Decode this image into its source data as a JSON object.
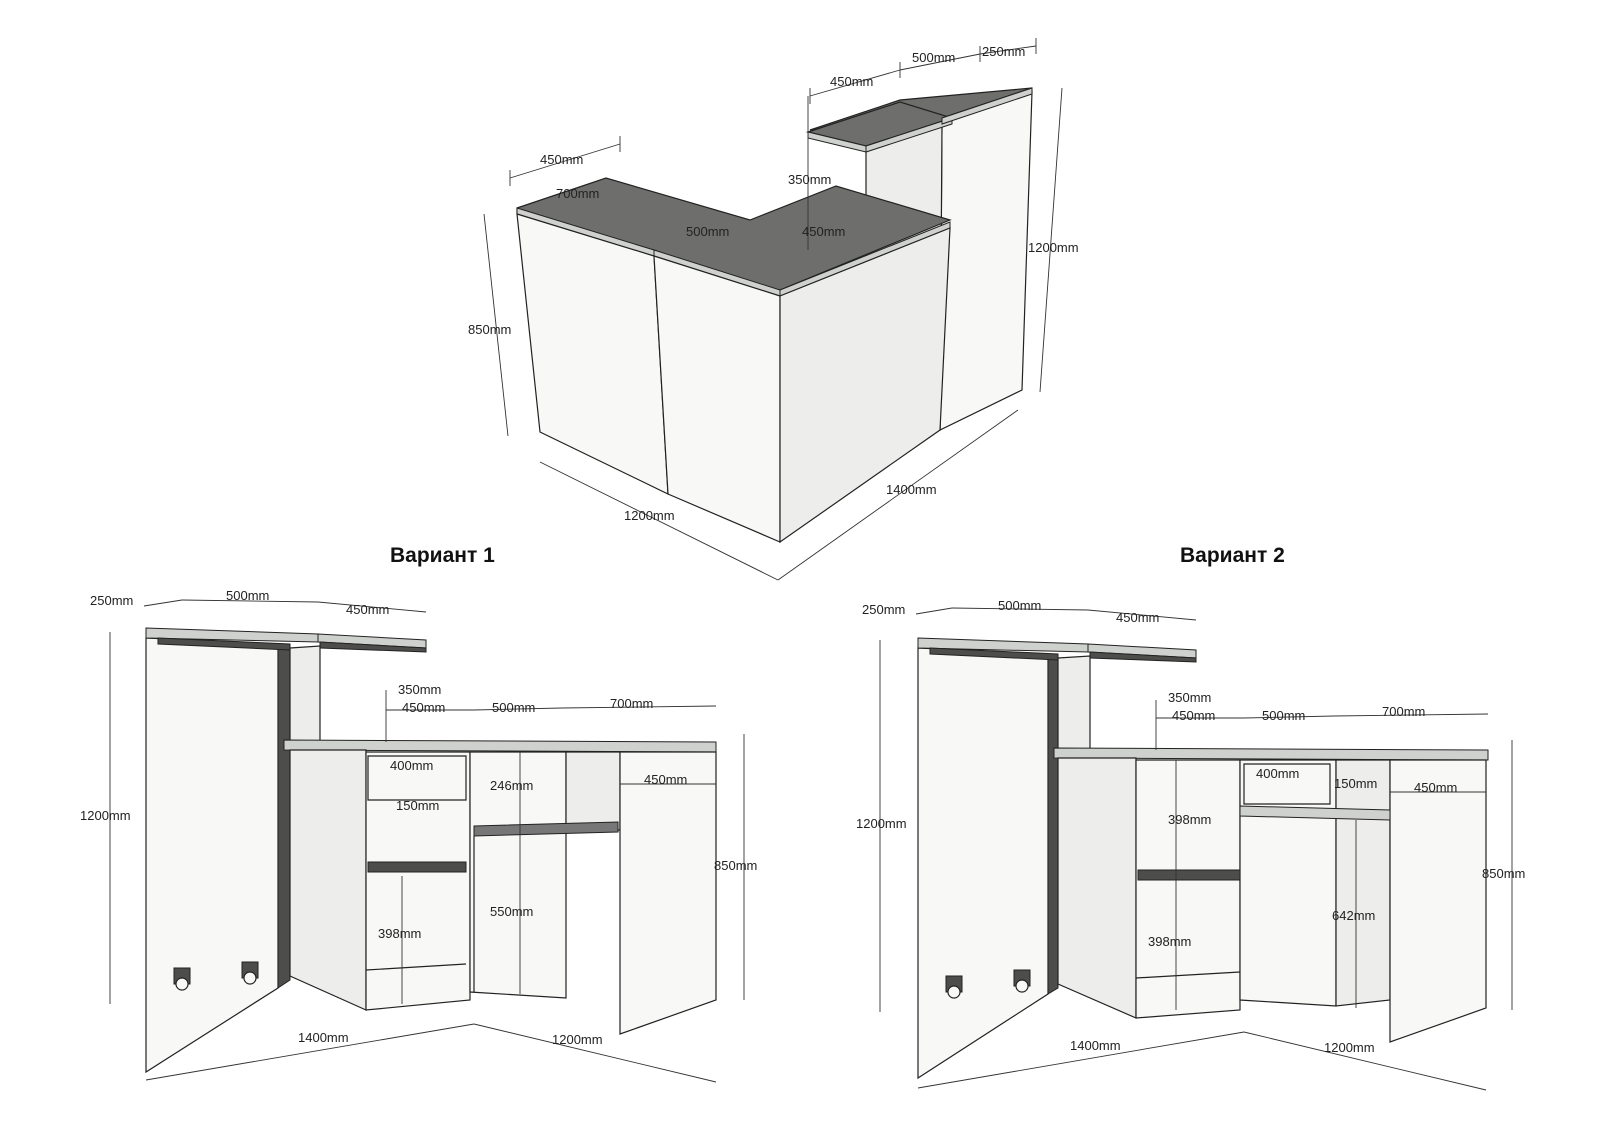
{
  "titles": {
    "variant1": "Вариант 1",
    "variant2": "Вариант 2"
  },
  "top_view": {
    "d_450a": "450mm",
    "d_500a": "500mm",
    "d_250": "250mm",
    "d_450b": "450mm",
    "d_700": "700mm",
    "d_350": "350mm",
    "d_500b": "500mm",
    "d_450c": "450mm",
    "d_1200h": "1200mm",
    "d_850": "850mm",
    "d_1200w": "1200mm",
    "d_1400": "1400mm"
  },
  "variant1": {
    "d_250": "250mm",
    "d_500": "500mm",
    "d_450a": "450mm",
    "d_350": "350mm",
    "d_450b": "450mm",
    "d_500b": "500mm",
    "d_700": "700mm",
    "d_400": "400mm",
    "d_246": "246mm",
    "d_450c": "450mm",
    "d_150": "150mm",
    "d_1200h": "1200mm",
    "d_850": "850mm",
    "d_550": "550mm",
    "d_398": "398mm",
    "d_1400": "1400mm",
    "d_1200w": "1200mm"
  },
  "variant2": {
    "d_250": "250mm",
    "d_500": "500mm",
    "d_450a": "450mm",
    "d_350": "350mm",
    "d_450b": "450mm",
    "d_500b": "500mm",
    "d_700": "700mm",
    "d_400": "400mm",
    "d_150": "150mm",
    "d_450c": "450mm",
    "d_398a": "398mm",
    "d_1200h": "1200mm",
    "d_850": "850mm",
    "d_642": "642mm",
    "d_398b": "398mm",
    "d_1400": "1400mm",
    "d_1200w": "1200mm"
  }
}
